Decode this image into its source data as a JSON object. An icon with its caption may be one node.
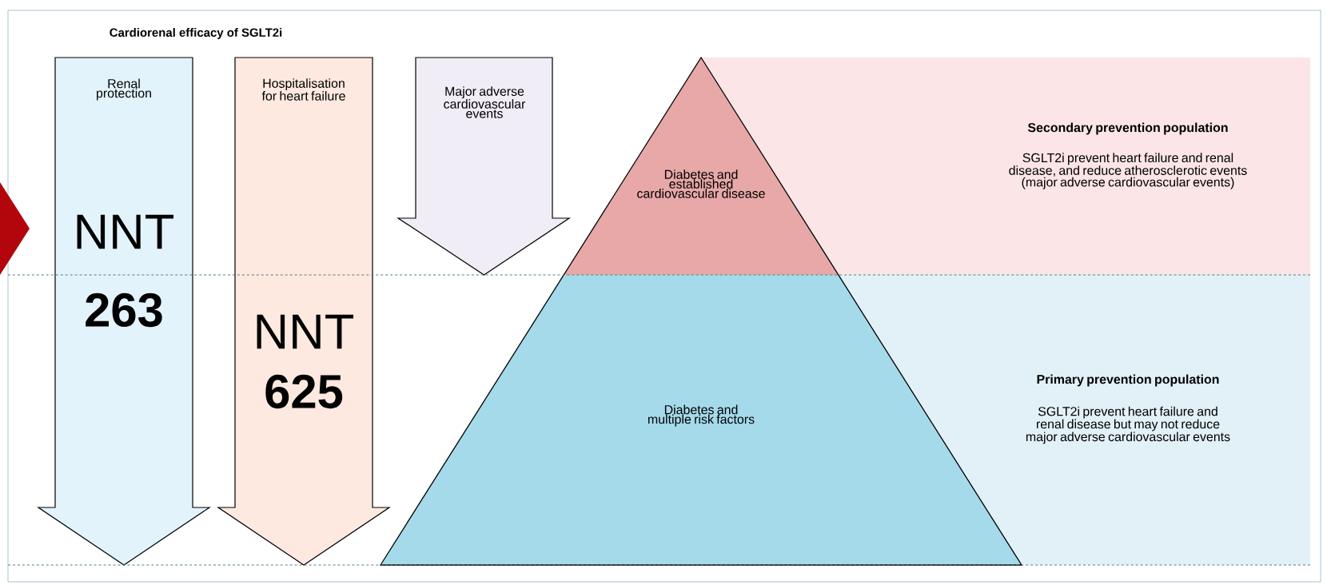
{
  "diagram": {
    "title": "Cardiorenal efficacy of SGLT2i",
    "nodes": [
      {
        "text": [
          "Renal protection",
          "NNT",
          "263"
        ]
      },
      {
        "text": [
          "Hospitalisation for heart failure",
          "NNT",
          "625"
        ]
      },
      {
        "text": [
          "Major adverse cardiovascular events"
        ]
      },
      {
        "text": [
          "Secondary prevention population",
          "SGLT2i prevent heart failure and renal disease, and reduce atherosclerotic events (major adverse cardiovascular events)"
        ]
      },
      {
        "text": [
          "Primary prevention population",
          "SGLT2i prevent heart failure and renal disease but may not reduce major adverse cardiovascular events"
        ]
      },
      {
        "text": [
          "Diabetes and established cardiovascular disease"
        ]
      },
      {
        "text": [
          "Diabetes and multiple risk factors"
        ]
      },
      {
        "text": [],
        "shape": "triangle"
      }
    ]
  }
}
